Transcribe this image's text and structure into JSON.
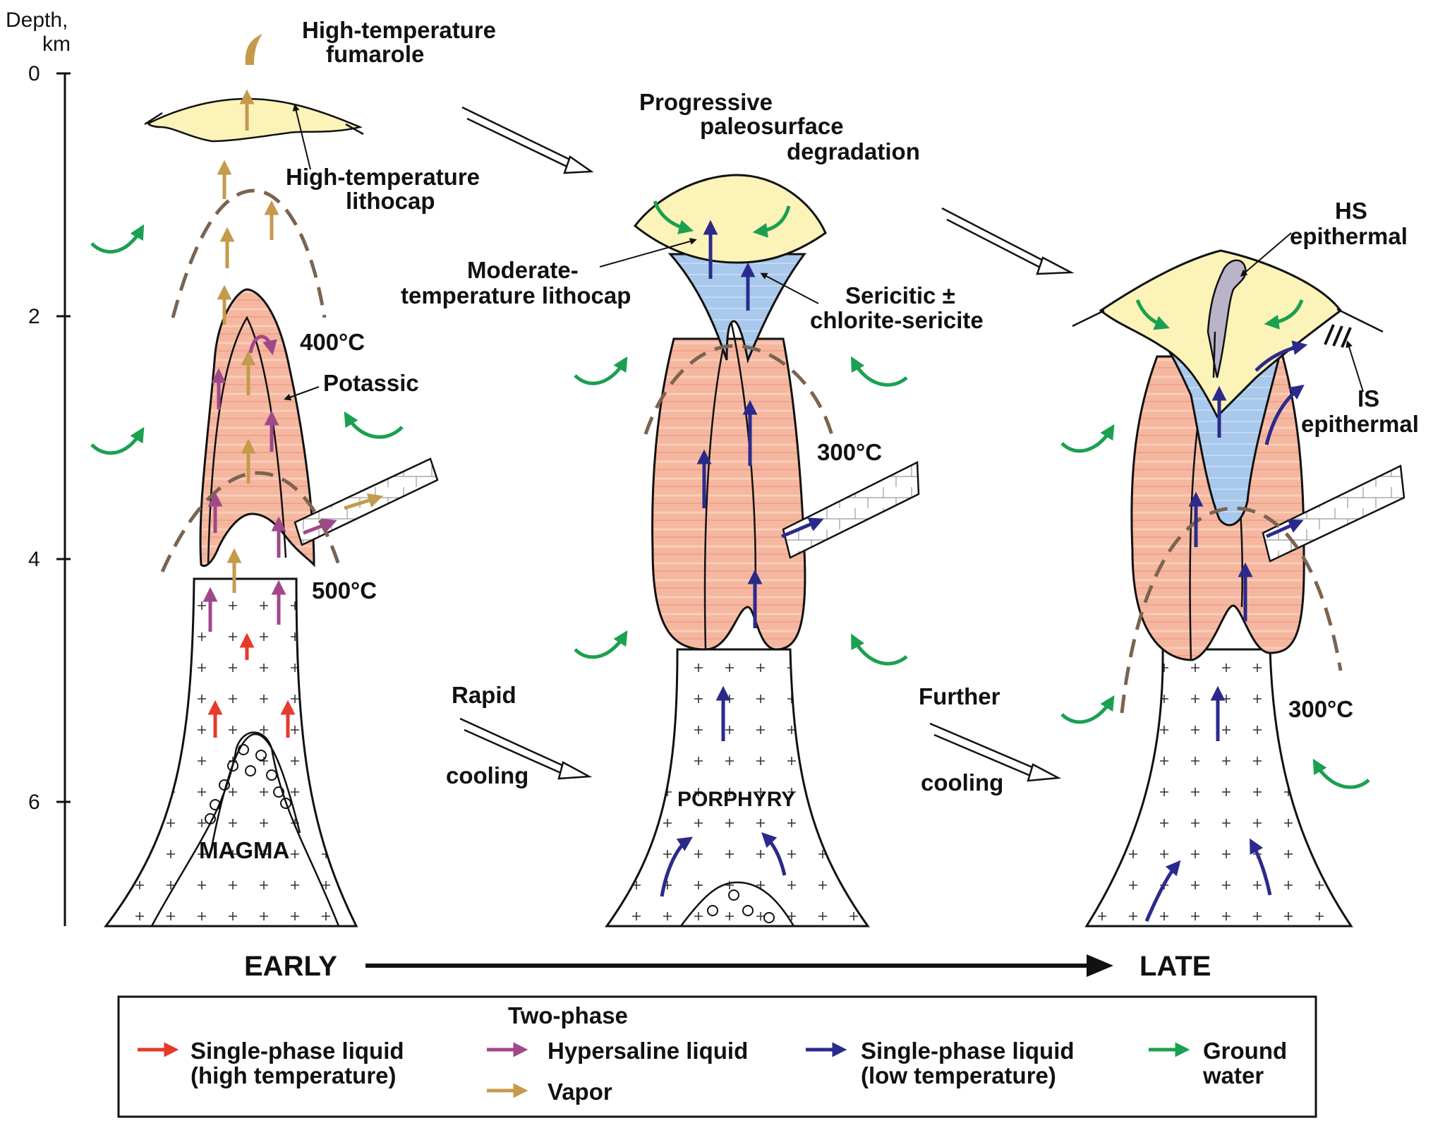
{
  "axis": {
    "title_line1": "Depth,",
    "title_line2": "km",
    "ticks": [
      "0",
      "2",
      "4",
      "6"
    ]
  },
  "stage_early": {
    "fumarole_line1": "High-temperature",
    "fumarole_line2": "fumarole",
    "lithocap_line1": "High-temperature",
    "lithocap_line2": "lithocap",
    "potassic": "Potassic",
    "temp_400": "400°C",
    "temp_500": "500°C",
    "magma": "MAGMA"
  },
  "stage_middle": {
    "degradation_line1": "Progressive",
    "degradation_line2": "paleosurface",
    "degradation_line3": "degradation",
    "lithocap_line1": "Moderate-",
    "lithocap_line2": "temperature lithocap",
    "sericitic_line1": "Sericitic ±",
    "sericitic_line2": "chlorite-sericite",
    "temp_300": "300°C",
    "porphyry": "PORPHYRY"
  },
  "stage_late": {
    "hs_line1": "HS",
    "hs_line2": "epithermal",
    "is_line1": "IS",
    "is_line2": "epithermal",
    "temp_300": "300°C"
  },
  "transitions": {
    "rapid": "Rapid",
    "cooling1": "cooling",
    "further": "Further",
    "cooling2": "cooling"
  },
  "timeline": {
    "early": "EARLY",
    "late": "LATE"
  },
  "legend": {
    "two_phase_header": "Two-phase",
    "single_high_line1": "Single-phase liquid",
    "single_high_line2": "(high temperature)",
    "hypersaline": "Hypersaline liquid",
    "vapor": "Vapor",
    "single_low_line1": "Single-phase liquid",
    "single_low_line2": "(low temperature)",
    "ground_line1": "Ground",
    "ground_line2": "water"
  },
  "colors": {
    "red_arrow": "#e63a2a",
    "hypersaline_arrow": "#a0488a",
    "vapor_arrow": "#c49a4c",
    "low_temp_arrow": "#2b2a8c",
    "groundwater_arrow": "#1aa050",
    "potassic_fill": "#f5b7a0",
    "lithocap_fill": "#fbf3b8",
    "sericitic_fill": "#a8c8ec",
    "isotherm": "#7a6450",
    "hs_fill": "#b9b4c8"
  }
}
